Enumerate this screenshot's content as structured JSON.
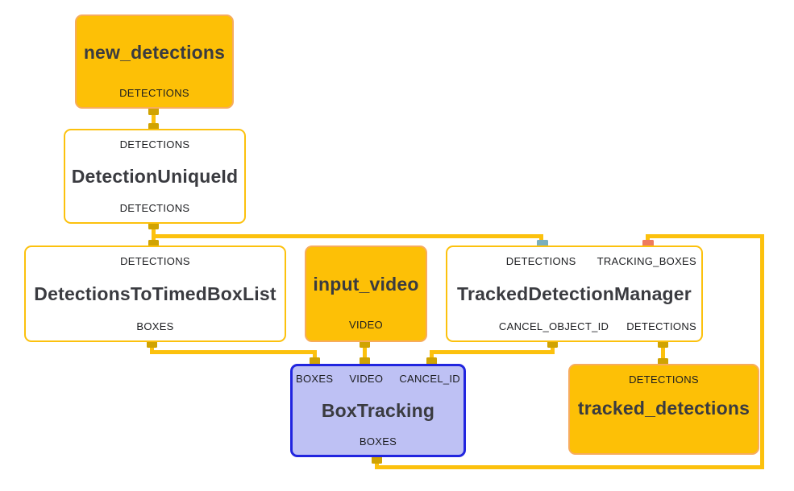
{
  "diagram_type": "node-graph",
  "colors": {
    "edge": "#fcc10d",
    "port": "#d0a302",
    "port_detections_in": "#7bafbc",
    "port_tracking_boxes_in": "#ee7b5e",
    "stream_node_fill": "#fdc006",
    "stream_node_border": "#f7ac5d",
    "calculator_node_border": "#fcc10d",
    "subgraph_node_fill": "#bec1f4",
    "subgraph_node_border": "#2125df",
    "background": "#ffffff"
  },
  "nodes": {
    "new_detections": {
      "title": "new_detections",
      "output_label": "DETECTIONS"
    },
    "detection_unique_id": {
      "input_label": "DETECTIONS",
      "title": "DetectionUniqueId",
      "output_label": "DETECTIONS"
    },
    "detections_to_timed_box_list": {
      "input_label": "DETECTIONS",
      "title": "DetectionsToTimedBoxList",
      "output_label": "BOXES"
    },
    "input_video": {
      "title": "input_video",
      "output_label": "VIDEO"
    },
    "tracked_detection_manager": {
      "input_labels": [
        "DETECTIONS",
        "TRACKING_BOXES"
      ],
      "title": "TrackedDetectionManager",
      "output_labels": [
        "CANCEL_OBJECT_ID",
        "DETECTIONS"
      ]
    },
    "box_tracking": {
      "input_labels": [
        "BOXES",
        "VIDEO",
        "CANCEL_ID"
      ],
      "title": "BoxTracking",
      "output_label": "BOXES"
    },
    "tracked_detections": {
      "input_label": "DETECTIONS",
      "title": "tracked_detections"
    }
  },
  "edges": [
    {
      "from": "new_detections.DETECTIONS",
      "to": "DetectionUniqueId.DETECTIONS"
    },
    {
      "from": "DetectionUniqueId.DETECTIONS",
      "to": "DetectionsToTimedBoxList.DETECTIONS"
    },
    {
      "from": "DetectionUniqueId.DETECTIONS",
      "to": "TrackedDetectionManager.DETECTIONS"
    },
    {
      "from": "DetectionsToTimedBoxList.BOXES",
      "to": "BoxTracking.BOXES"
    },
    {
      "from": "input_video.VIDEO",
      "to": "BoxTracking.VIDEO"
    },
    {
      "from": "TrackedDetectionManager.CANCEL_OBJECT_ID",
      "to": "BoxTracking.CANCEL_ID"
    },
    {
      "from": "TrackedDetectionManager.DETECTIONS",
      "to": "tracked_detections.DETECTIONS"
    },
    {
      "from": "BoxTracking.BOXES",
      "to": "TrackedDetectionManager.TRACKING_BOXES"
    }
  ]
}
